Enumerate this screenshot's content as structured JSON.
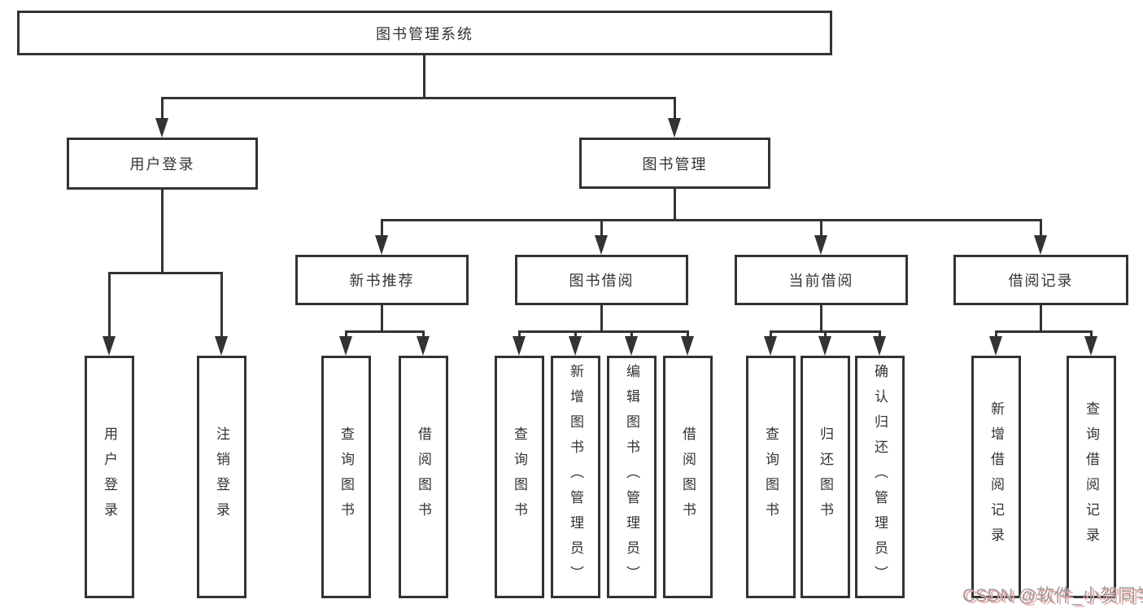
{
  "diagram": {
    "title": "图书管理系统",
    "level2": {
      "user_login": "用户登录",
      "book_management": "图书管理"
    },
    "level3": {
      "new_book_recommend": "新书推荐",
      "book_borrow": "图书借阅",
      "current_borrow": "当前借阅",
      "borrow_records": "借阅记录"
    },
    "leaves": {
      "user_login": "用户登录",
      "logout_login": "注销登录",
      "recommend_query_books": "查询图书",
      "recommend_borrow_books": "借阅图书",
      "borrow_query_books": "查询图书",
      "borrow_add_books_admin": "新增图书（管理员）",
      "borrow_edit_books_admin": "编辑图书（管理员）",
      "borrow_borrow_books": "借阅图书",
      "current_query_books": "查询图书",
      "current_return_books": "归还图书",
      "current_confirm_return_admin": "确认归还（管理员）",
      "records_add_record": "新增借阅记录",
      "records_query_record": "查询借阅记录"
    }
  },
  "colors": {
    "line": "#333333",
    "text": "#333333",
    "background": "#ffffff",
    "watermark_text": "#9c9c9c",
    "watermark_shadow": "#f2a8a8"
  },
  "watermark": {
    "text": "CSDN @软件_小贺同学"
  }
}
